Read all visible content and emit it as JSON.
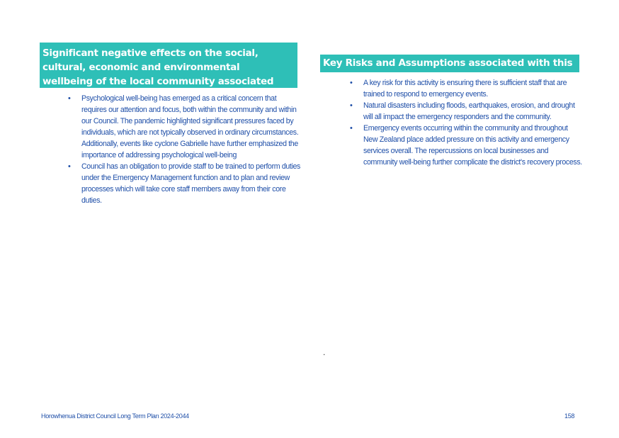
{
  "left_section": {
    "heading": "Significant negative effects on the social, cultural, economic and environmental wellbeing of the local community associated with this Activity",
    "bullets": [
      "Psychological well-being has emerged as a critical concern that requires our attention and focus, both within the community and within our Council. The pandemic highlighted significant pressures faced by individuals, which are not typically observed in ordinary circumstances. Additionally, events like cyclone Gabrielle have further emphasized the importance of addressing psychological well-being",
      "Council has an obligation to provide staff to be trained to perform duties under the Emergency Management function and to plan and review processes which will take core staff members away from their core duties."
    ]
  },
  "right_section": {
    "heading": "Key Risks and Assumptions associated with this Activity",
    "bullets": [
      "A key risk for this activity is ensuring there is sufficient staff that are trained to respond to emergency events.",
      "Natural disasters including floods, earthquakes, erosion, and drought will all impact the emergency responders and the community.",
      "Emergency events occurring within the community and throughout New Zealand place added pressure on this activity and emergency services overall. The repercussions on local businesses and community well-being further complicate the district's recovery process."
    ]
  },
  "stray_mark": ".",
  "footer": {
    "document_title": "Horowhenua District Council Long Term Plan 2024-2044",
    "page_number": "158"
  },
  "colors": {
    "heading_background": "#2ebfb7",
    "heading_text": "#ffffff",
    "body_text": "#1f4fa8"
  }
}
